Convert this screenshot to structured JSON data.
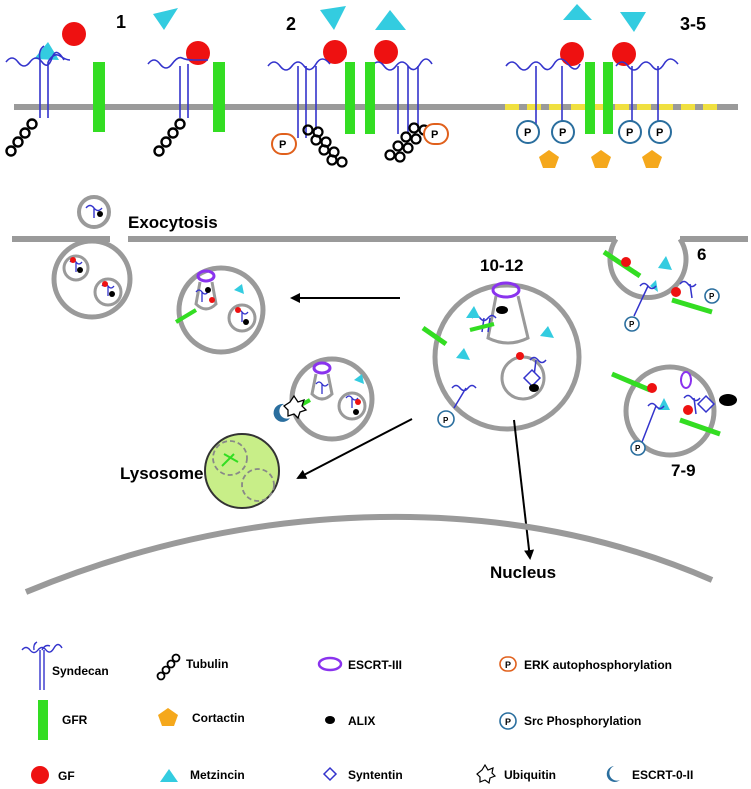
{
  "steps": {
    "s1": "1",
    "s2": "2",
    "s3_5": "3-5",
    "s6": "6",
    "s7_9": "7-9",
    "s10_12": "10-12"
  },
  "labels": {
    "exocytosis": "Exocytosis",
    "lysosome": "Lysosome",
    "nucleus": "Nucleus",
    "phospho_symbol": "P"
  },
  "legend": {
    "syndecan": "Syndecan",
    "tubulin": "Tubulin",
    "escrt_iii": "ESCRT-III",
    "erk": "ERK autophosphorylation",
    "gfr": "GFR",
    "cortactin": "Cortactin",
    "alix": "ALIX",
    "src": "Src Phosphorylation",
    "gf": "GF",
    "metzincin": "Metzincin",
    "syntenin": "Syntentin",
    "ubiquitin": "Ubiquitin",
    "escrt_0_ii": "ESCRT-0-II"
  },
  "colors": {
    "membrane": "#9a9a9a",
    "syndecan": "#3333cc",
    "gfr": "#33dd22",
    "gf": "#ee1111",
    "metzincin": "#33cce0",
    "cortactin": "#f5a81c",
    "escrt_iii": "#8a33ee",
    "erk": "#e0601c",
    "src": "#2a6e9e",
    "lysosome": "#c8ee88"
  },
  "icons": [
    "syndecan-icon",
    "tubulin-icon",
    "escrt-iii-icon",
    "erk-phospho-icon",
    "gfr-icon",
    "cortactin-icon",
    "alix-icon",
    "src-phospho-icon",
    "gf-icon",
    "metzincin-icon",
    "syntenin-icon",
    "ubiquitin-icon",
    "escrt-0-ii-icon"
  ]
}
